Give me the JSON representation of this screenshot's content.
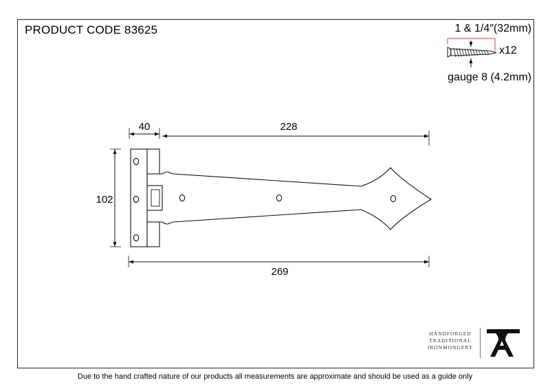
{
  "product": {
    "code_label": "PRODUCT CODE 83625"
  },
  "screws": {
    "length": "1 & 1/4″(32mm)",
    "quantity": "x12",
    "gauge": "gauge 8 (4.2mm)"
  },
  "dimensions": {
    "plate_width": "40",
    "strap_length": "228",
    "height": "102",
    "overall_length": "269"
  },
  "brand": {
    "lines": [
      "HANDFORGED",
      "TRADITIONAL",
      "IRONMONGERY"
    ],
    "logo_icon": "anvil-a-icon"
  },
  "footer": {
    "disclaimer": "Due to the hand crafted nature of our products all measurements are approximate and should be used as a guide only"
  },
  "colors": {
    "outline": "#111111",
    "background": "#ffffff",
    "screw_guide": "#d04040"
  }
}
